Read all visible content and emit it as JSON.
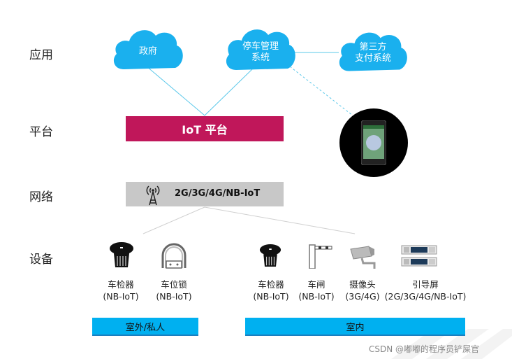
{
  "rows": {
    "application": "应用",
    "platform": "平台",
    "network": "网络",
    "devices": "设备"
  },
  "clouds": [
    {
      "label": "政府"
    },
    {
      "label": "停车管理\n系统"
    },
    {
      "label": "第三方\n支付系统"
    }
  ],
  "platform_bar": {
    "label": "IoT 平台",
    "color": "#c0175a"
  },
  "network_bar": {
    "label": "2G/3G/4G/NB-IoT",
    "color": "#c8c8c8"
  },
  "devices": [
    {
      "name": "车检器",
      "spec": "(NB-IoT)",
      "icon": "vehicle-detector-icon"
    },
    {
      "name": "车位锁",
      "spec": "(NB-IoT)",
      "icon": "parking-lock-icon"
    },
    {
      "name": "车检器",
      "spec": "(NB-IoT)",
      "icon": "vehicle-detector-icon"
    },
    {
      "name": "车闸",
      "spec": "(NB-IoT)",
      "icon": "barrier-gate-icon"
    },
    {
      "name": "摄像头",
      "spec": "(3G/4G)",
      "icon": "camera-icon"
    },
    {
      "name": "引导屏",
      "spec": "(2G/3G/4G/NB-IoT)",
      "icon": "guide-screen-icon"
    }
  ],
  "sections": {
    "outdoor": "室外/私人",
    "indoor": "室内"
  },
  "watermark": "CSDN @嘟嘟的程序员铲屎官",
  "colors": {
    "cloud": "#1ab0ee",
    "section": "#00b0f0",
    "link": "#5bc8ea"
  }
}
